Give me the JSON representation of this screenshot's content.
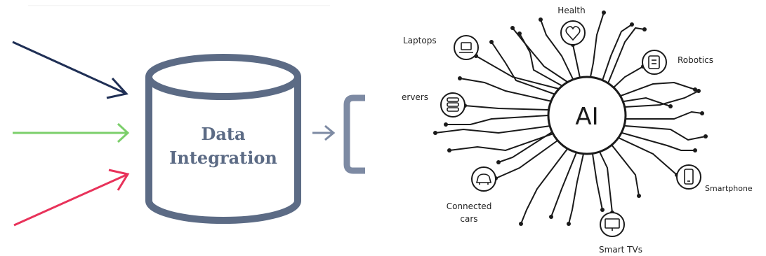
{
  "integration": {
    "title_line1": "Data",
    "title_line2": "Integration",
    "colors": {
      "cylinder": "#5c6b85",
      "label": "#5c6b85",
      "arrow_top": "#1f2f55",
      "arrow_mid": "#7ccf6b",
      "arrow_bottom": "#e8325a",
      "arrow_out": "#7d8aa3"
    }
  },
  "ai_network": {
    "hub_label": "AI",
    "nodes": [
      {
        "id": "health",
        "label": "Health",
        "icon": "heart-icon"
      },
      {
        "id": "laptops",
        "label": "Laptops",
        "icon": "laptop-icon"
      },
      {
        "id": "robotics",
        "label": "Robotics",
        "icon": "robot-icon"
      },
      {
        "id": "servers",
        "label": "ervers",
        "icon": "server-icon"
      },
      {
        "id": "smartphone",
        "label": "Smartphone",
        "icon": "smartphone-icon"
      },
      {
        "id": "connected_cars",
        "label_line1": "Connected",
        "label_line2": "cars",
        "icon": "car-icon"
      },
      {
        "id": "smart_tvs",
        "label": "Smart TVs",
        "icon": "tv-icon"
      }
    ],
    "colors": {
      "line": "#1a1a1a",
      "text": "#222222"
    }
  }
}
